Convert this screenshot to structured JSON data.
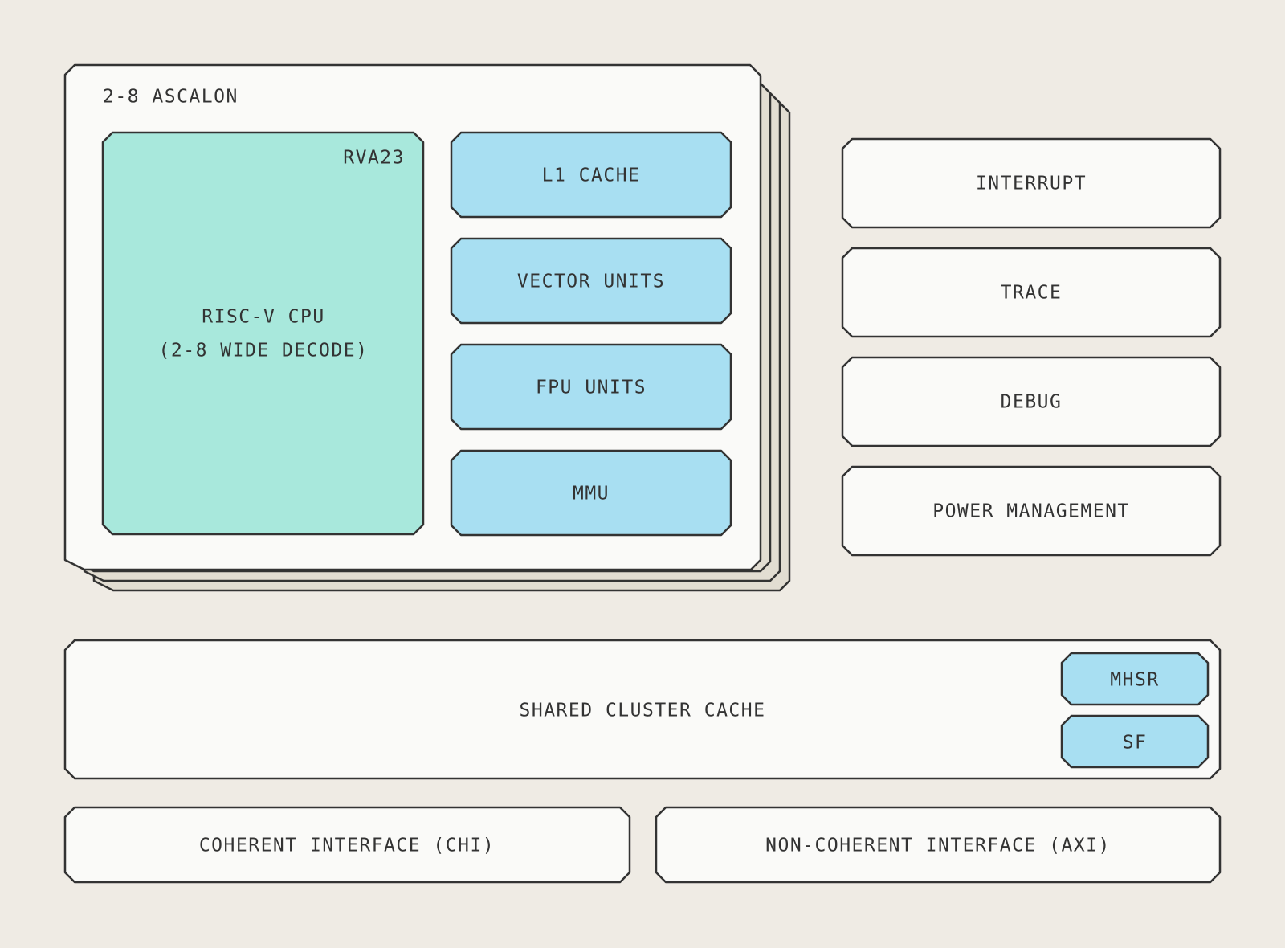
{
  "colors": {
    "background": "#efebe4",
    "panel": "#fafaf8",
    "stack_layer": "#e2ddd2",
    "cpu_core": "#a8e8dc",
    "unit_block": "#a8dff2",
    "stroke": "#333333",
    "text": "#333333"
  },
  "cluster": {
    "title": "2-8 ASCALON",
    "cpu": {
      "tag": "RVA23",
      "line1": "RISC-V CPU",
      "line2": "(2-8 WIDE DECODE)"
    },
    "units": [
      "L1 CACHE",
      "VECTOR UNITS",
      "FPU UNITS",
      "MMU"
    ]
  },
  "side_blocks": [
    "INTERRUPT",
    "TRACE",
    "DEBUG",
    "POWER MANAGEMENT"
  ],
  "shared_cache": {
    "label": "SHARED CLUSTER CACHE",
    "sub_blocks": [
      "MHSR",
      "SF"
    ]
  },
  "interfaces": {
    "coherent": "COHERENT INTERFACE (CHI)",
    "non_coherent": "NON-COHERENT INTERFACE (AXI)"
  }
}
